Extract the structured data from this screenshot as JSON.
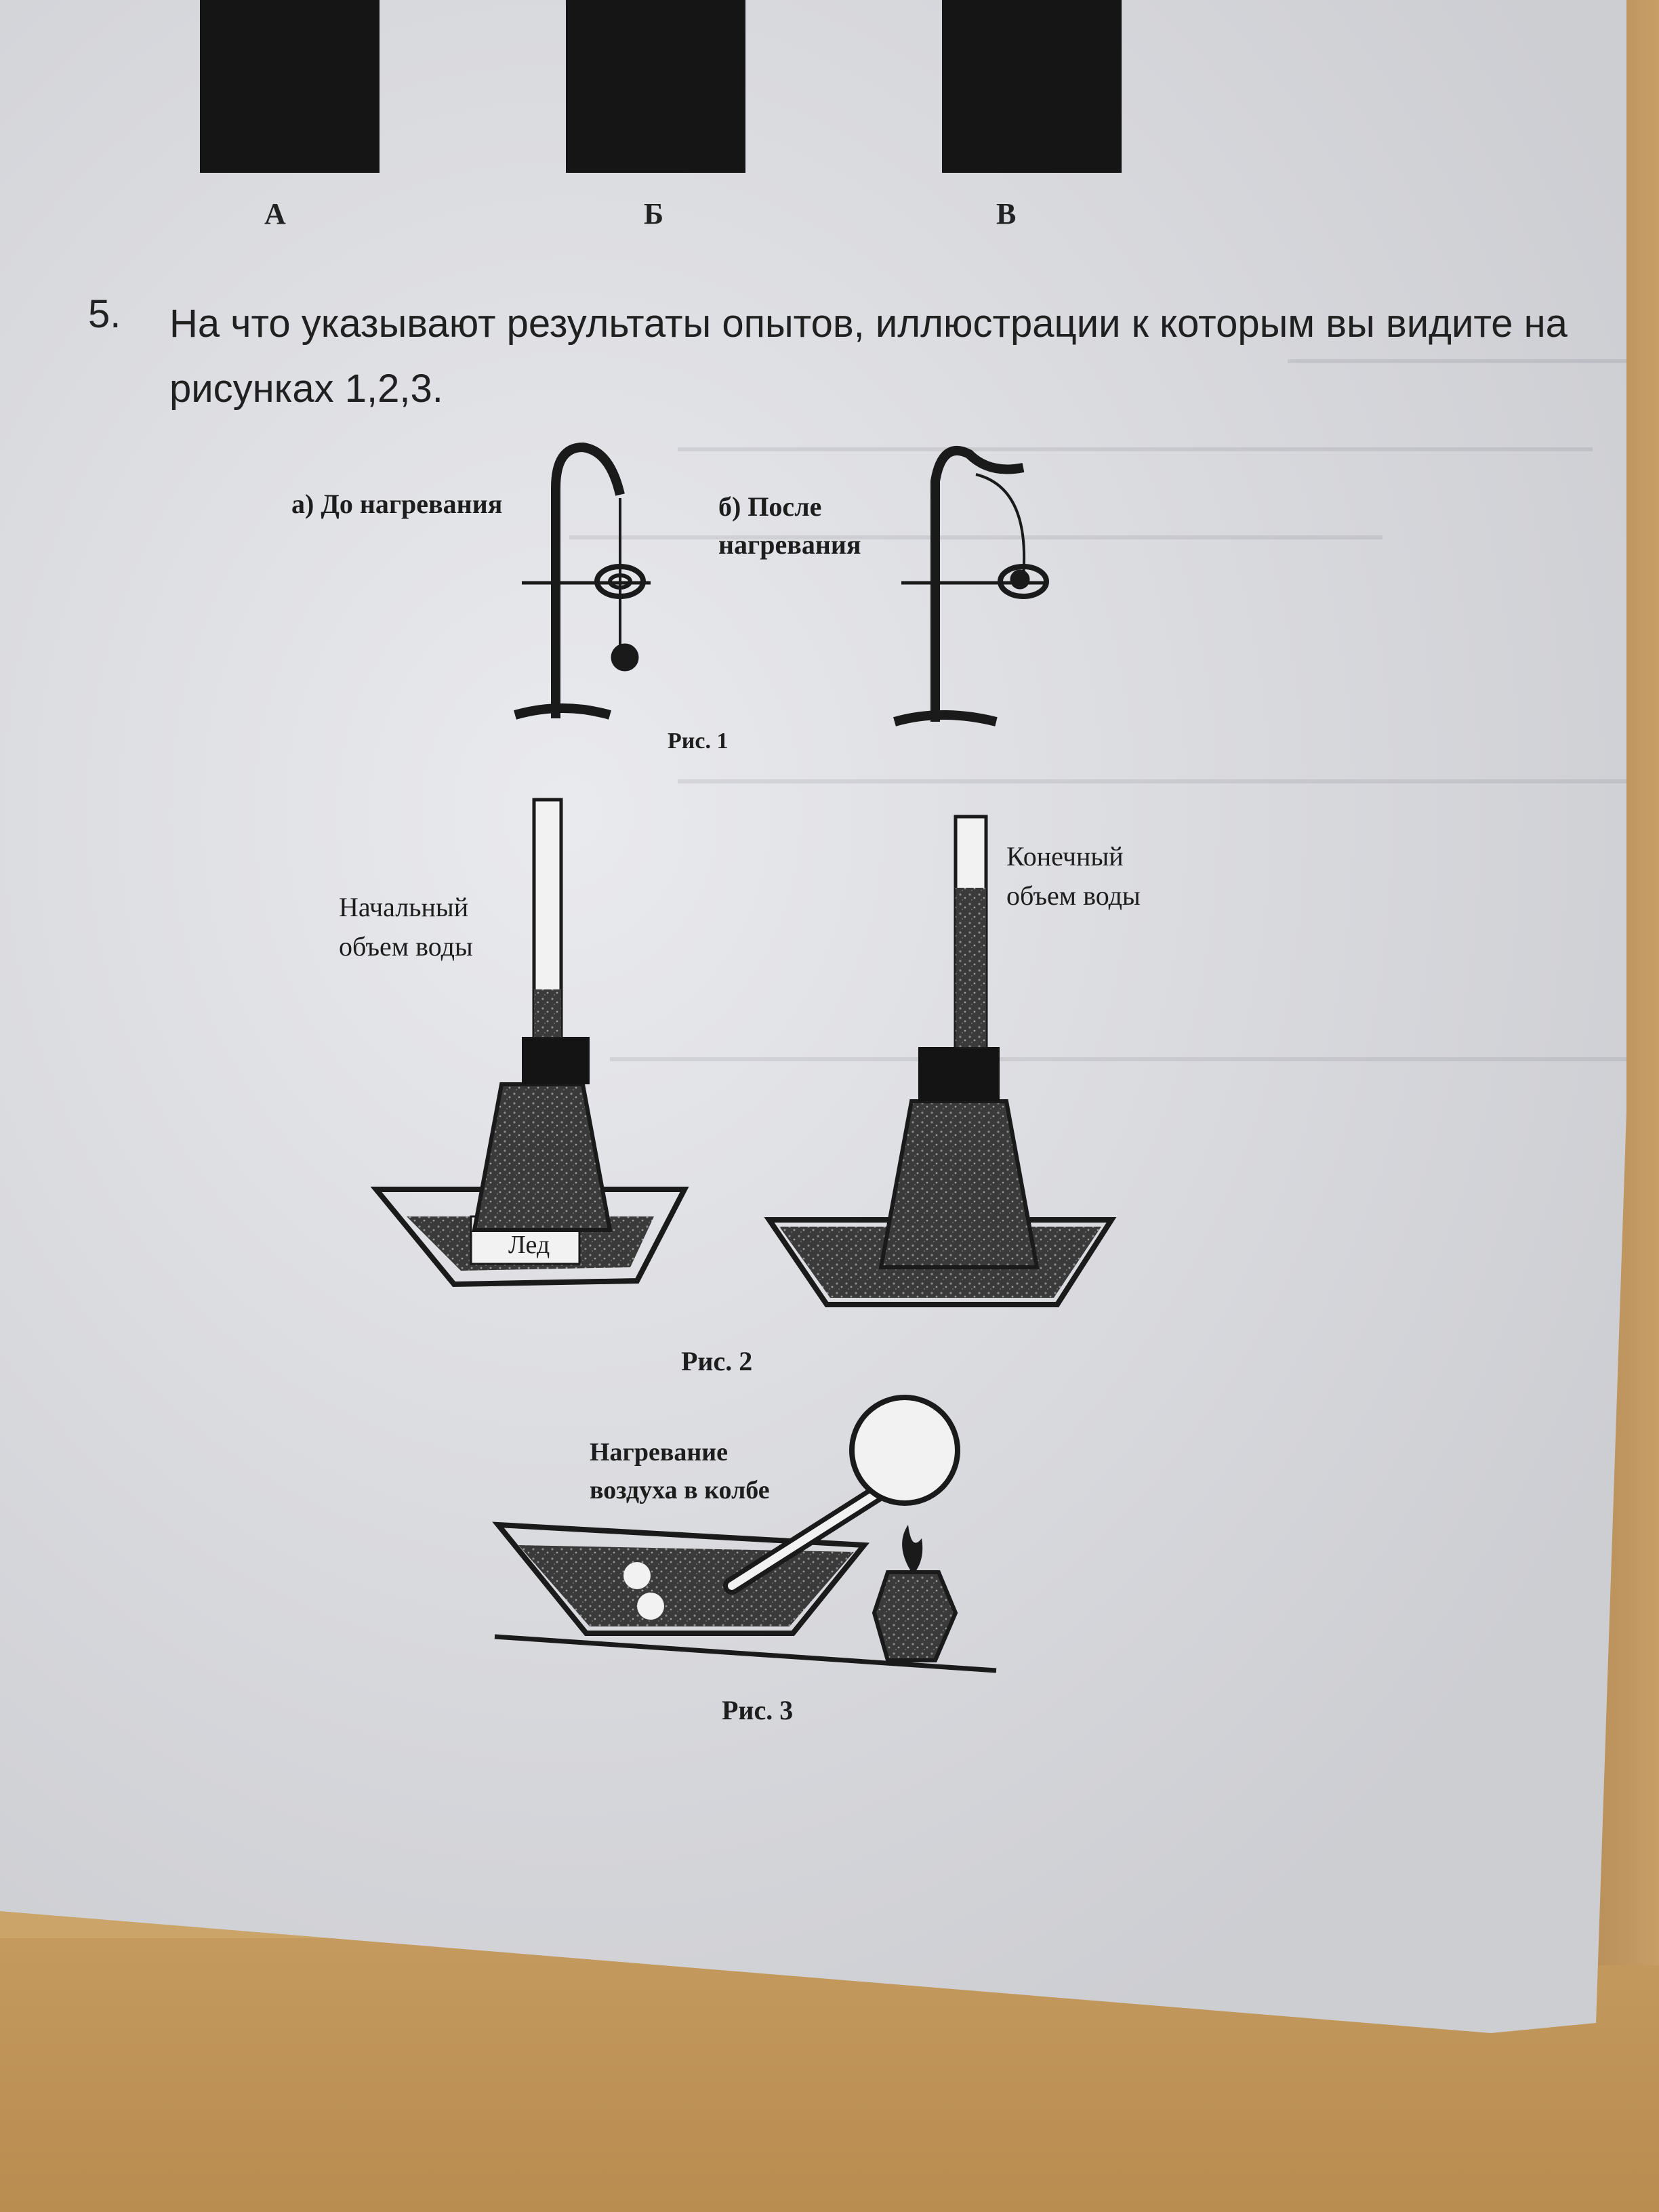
{
  "top_figure": {
    "labels": [
      "А",
      "Б",
      "В"
    ]
  },
  "question": {
    "number": "5.",
    "text": "На что указывают результаты опытов, иллюстрации к которым вы видите на рисунках 1,2,3."
  },
  "fig1": {
    "before_label": "а) До нагревания",
    "after_label": "б) После нагревания",
    "caption": "Рис. 1"
  },
  "fig2": {
    "initial_label": "Начальный объем воды",
    "final_label": "Конечный объем воды",
    "ice_label": "Лед",
    "caption": "Рис. 2"
  },
  "fig3": {
    "label": "Нагревание воздуха в колбе",
    "caption": "Рис. 3"
  },
  "colors": {
    "paper": "#dedfe4",
    "ink": "#1d1d1d",
    "table": "#c49a5e"
  }
}
